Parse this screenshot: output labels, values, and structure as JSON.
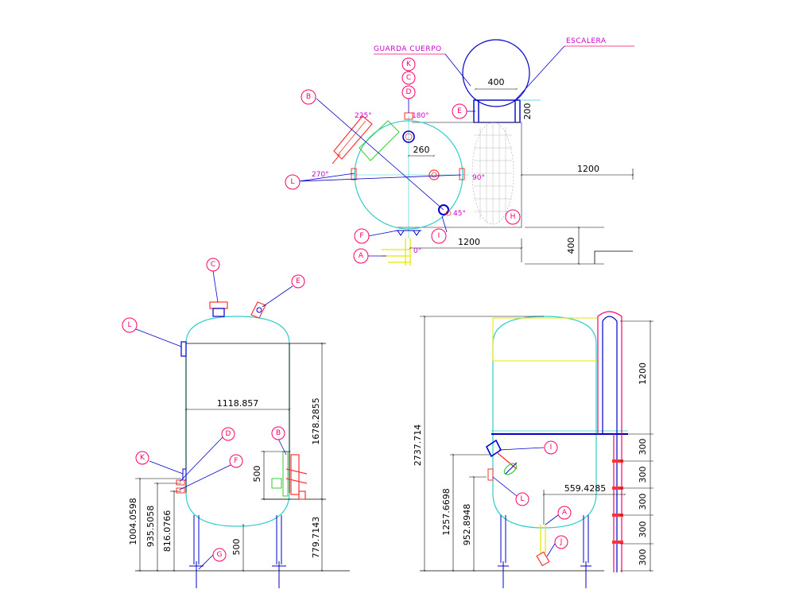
{
  "plan": {
    "guarda_cuerpo": "GUARDA CUERPO",
    "escalera": "ESCALERA",
    "dims": {
      "ring_width": "400",
      "platform_depth": "200",
      "offset_260": "260",
      "platform_length": "1200",
      "bottom_length": "1200",
      "bottom_depth": "400"
    },
    "angles": {
      "a0": "0°",
      "a45": "45°",
      "a90": "90°",
      "a180": "180°",
      "a225": "225°",
      "a270": "270°"
    },
    "labels": {
      "K": "K",
      "C": "C",
      "D": "D",
      "B": "B",
      "E": "E",
      "L": "L",
      "H": "H",
      "F": "F",
      "I": "I",
      "A": "A"
    }
  },
  "front": {
    "dims": {
      "width": "1118.857",
      "shell_height": "1678.2855",
      "nozzle_500": "500",
      "h_1004": "1004.0598",
      "h_935": "935.5058",
      "h_816": "816.0766",
      "h_779": "779.7143",
      "leg_500": "500"
    },
    "labels": {
      "C": "C",
      "E": "E",
      "L": "L",
      "D": "D",
      "B": "B",
      "K": "K",
      "F": "F",
      "G": "G"
    }
  },
  "side": {
    "dims": {
      "total_height": "2737.714",
      "h_1257": "1257.6698",
      "h_952": "952.8948",
      "offset_559": "559.4285",
      "ladder_top": "1200",
      "step1": "300",
      "step2": "300",
      "step3": "300",
      "step4": "300",
      "step5": "300"
    },
    "labels": {
      "I": "I",
      "L": "L",
      "A": "A",
      "J": "J"
    }
  },
  "colors": {
    "shell": "#33cccc",
    "frame": "#0000cc",
    "nozzle": "#ff3333",
    "annot": "#ff0066",
    "angle": "#cc00cc",
    "green": "#33cc33",
    "yellow": "#e6e600"
  }
}
